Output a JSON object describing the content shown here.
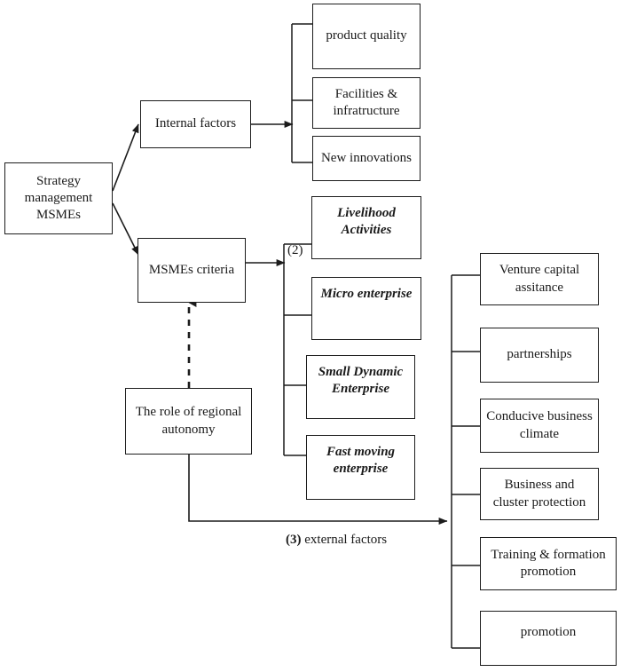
{
  "diagram": {
    "title_text": "",
    "nodes": {
      "root": "Strategy management MSMEs",
      "internal": "Internal factors",
      "criteria": "MSMEs criteria",
      "autonomy": "The role of regional autonomy"
    },
    "internal_factors": [
      "product quality",
      "Facilities & infratructure",
      "New innovations"
    ],
    "msme_criteria": [
      "Livelihood Activities",
      "Micro enterprise",
      "Small Dynamic Enterprise",
      "Fast moving enterprise"
    ],
    "external_factors": [
      "Venture capital assitance",
      "partnerships",
      "Conducive business climate",
      "Business and cluster protection",
      "Training & formation promotion",
      "promotion"
    ],
    "labels": {
      "criteria_marker": "(2)",
      "external_marker": "(3)",
      "external_caption": " external factors"
    },
    "colors": {
      "line": "#1c1c1c",
      "background": "#ffffff",
      "text": "#1a1a1a"
    }
  }
}
